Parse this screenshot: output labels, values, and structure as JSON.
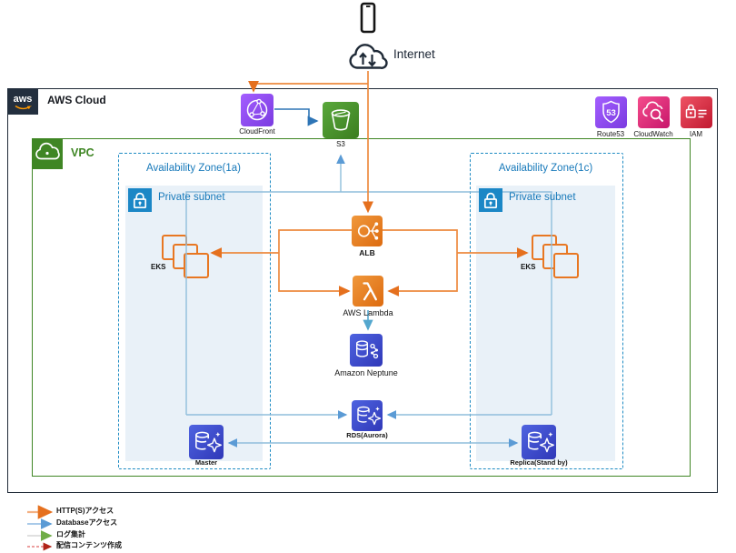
{
  "external": {
    "internet_label": "Internet"
  },
  "aws_cloud": {
    "logo_text": "aws",
    "label": "AWS Cloud"
  },
  "services": {
    "cloudfront": "CloudFront",
    "s3": "S3",
    "route53": "Route53",
    "route53_glyph": "53",
    "cloudwatch": "CloudWatch",
    "iam": "IAM"
  },
  "vpc": {
    "label": "VPC"
  },
  "zones": {
    "left": {
      "title": "Availability Zone(1a)",
      "subnet": "Private subnet",
      "eks": "EKS",
      "db": "Master"
    },
    "right": {
      "title": "Availability Zone(1c)",
      "subnet": "Private subnet",
      "eks": "EKS",
      "db": "Replica(Stand by)"
    }
  },
  "middle": {
    "alb": "ALB",
    "lambda": "AWS Lambda",
    "neptune": "Amazon Neptune",
    "rds": "RDS(Aurora)"
  },
  "legend": {
    "items": [
      {
        "label": "HTTP(S)アクセス",
        "line_color": "#F4B183",
        "arrow_color": "#ED7D31",
        "style": "solid"
      },
      {
        "label": "Databaseアクセス",
        "line_color": "#9DC3E6",
        "arrow_color": "#5B9BD5",
        "style": "solid"
      },
      {
        "label": "ログ集計",
        "line_color": "#DCDCDC",
        "arrow_color": "#70AD47",
        "style": "solid"
      },
      {
        "label": "配信コンテンツ作成",
        "line_color": "#E06666",
        "arrow_color": "#B02418",
        "style": "dashed"
      }
    ]
  },
  "colors": {
    "http_line": "#ED8A3F",
    "db_line": "#8FBEDC",
    "vpc_green": "#3F8624",
    "az_blue": "#1E8BC3",
    "aws_dark": "#232F3E"
  }
}
